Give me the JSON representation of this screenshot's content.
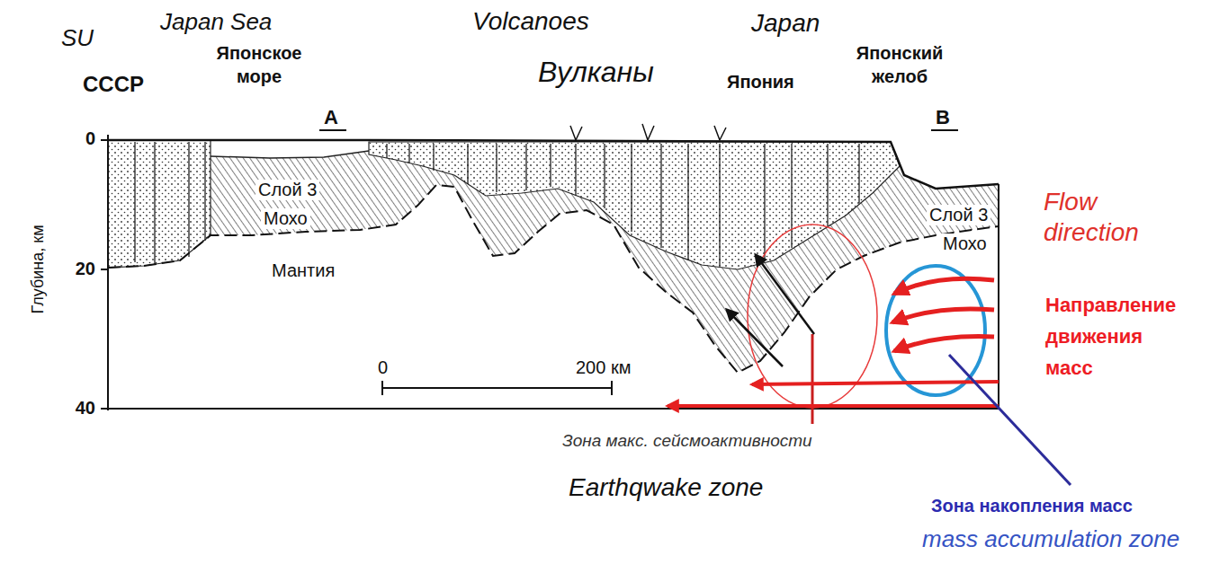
{
  "diagram": {
    "labels": [
      "SU",
      "Japan Sea",
      "Volcanoes",
      "Japan",
      "СССР",
      "Японское море",
      "A",
      "Вулканы",
      "Япония",
      "Японский желоб",
      "B",
      "Глубина, км",
      "0",
      "20",
      "40",
      "Слой 3",
      "Мохо",
      "Мантия",
      "0",
      "200 км",
      "Слой 3",
      "Мохо",
      "Flow direction",
      "Направление движения масс",
      "Зона макс. сейсмоактивности",
      "Earthqwake zone",
      "Зона накопления масс",
      "mass accumulation zone"
    ]
  }
}
